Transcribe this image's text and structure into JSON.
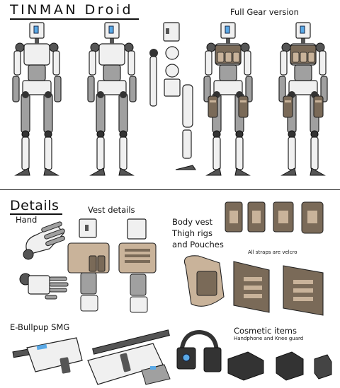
{
  "title": "TINMAN Droid",
  "subtitle": "Full Gear version",
  "details_heading": "Details",
  "labels": {
    "hand": "Hand",
    "vest_details": "Vest details",
    "body_vest": [
      "Body vest",
      "Thigh rigs",
      "and Pouches"
    ],
    "straps": "All straps are velcro",
    "smg": "E-Bullpup SMG",
    "cosmetic": "Cosmetic items",
    "cosmetic_sub": "Handphone and Knee guard"
  },
  "colors": {
    "metal_light": "#f0f0f0",
    "metal_mid": "#a0a0a0",
    "metal_dark": "#555555",
    "gear_brown": "#7a6a58",
    "gear_tan": "#c9b39a",
    "visor_blue": "#5aa9e6"
  }
}
